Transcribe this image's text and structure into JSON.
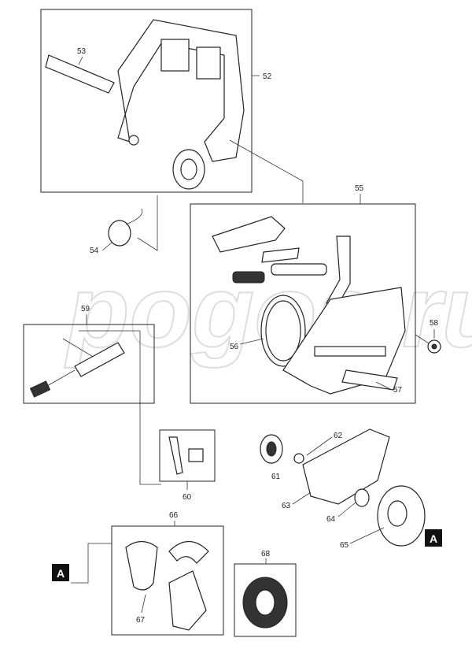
{
  "watermark": "pogos.ru",
  "marker": "A",
  "parts": {
    "p52": "52",
    "p53": "53",
    "p54": "54",
    "p55": "55",
    "p56": "56",
    "p57": "57",
    "p58": "58",
    "p59": "59",
    "p60": "60",
    "p61": "61",
    "p62": "62",
    "p63": "63",
    "p64": "64",
    "p65": "65",
    "p66": "66",
    "p67": "67",
    "p68": "68"
  }
}
